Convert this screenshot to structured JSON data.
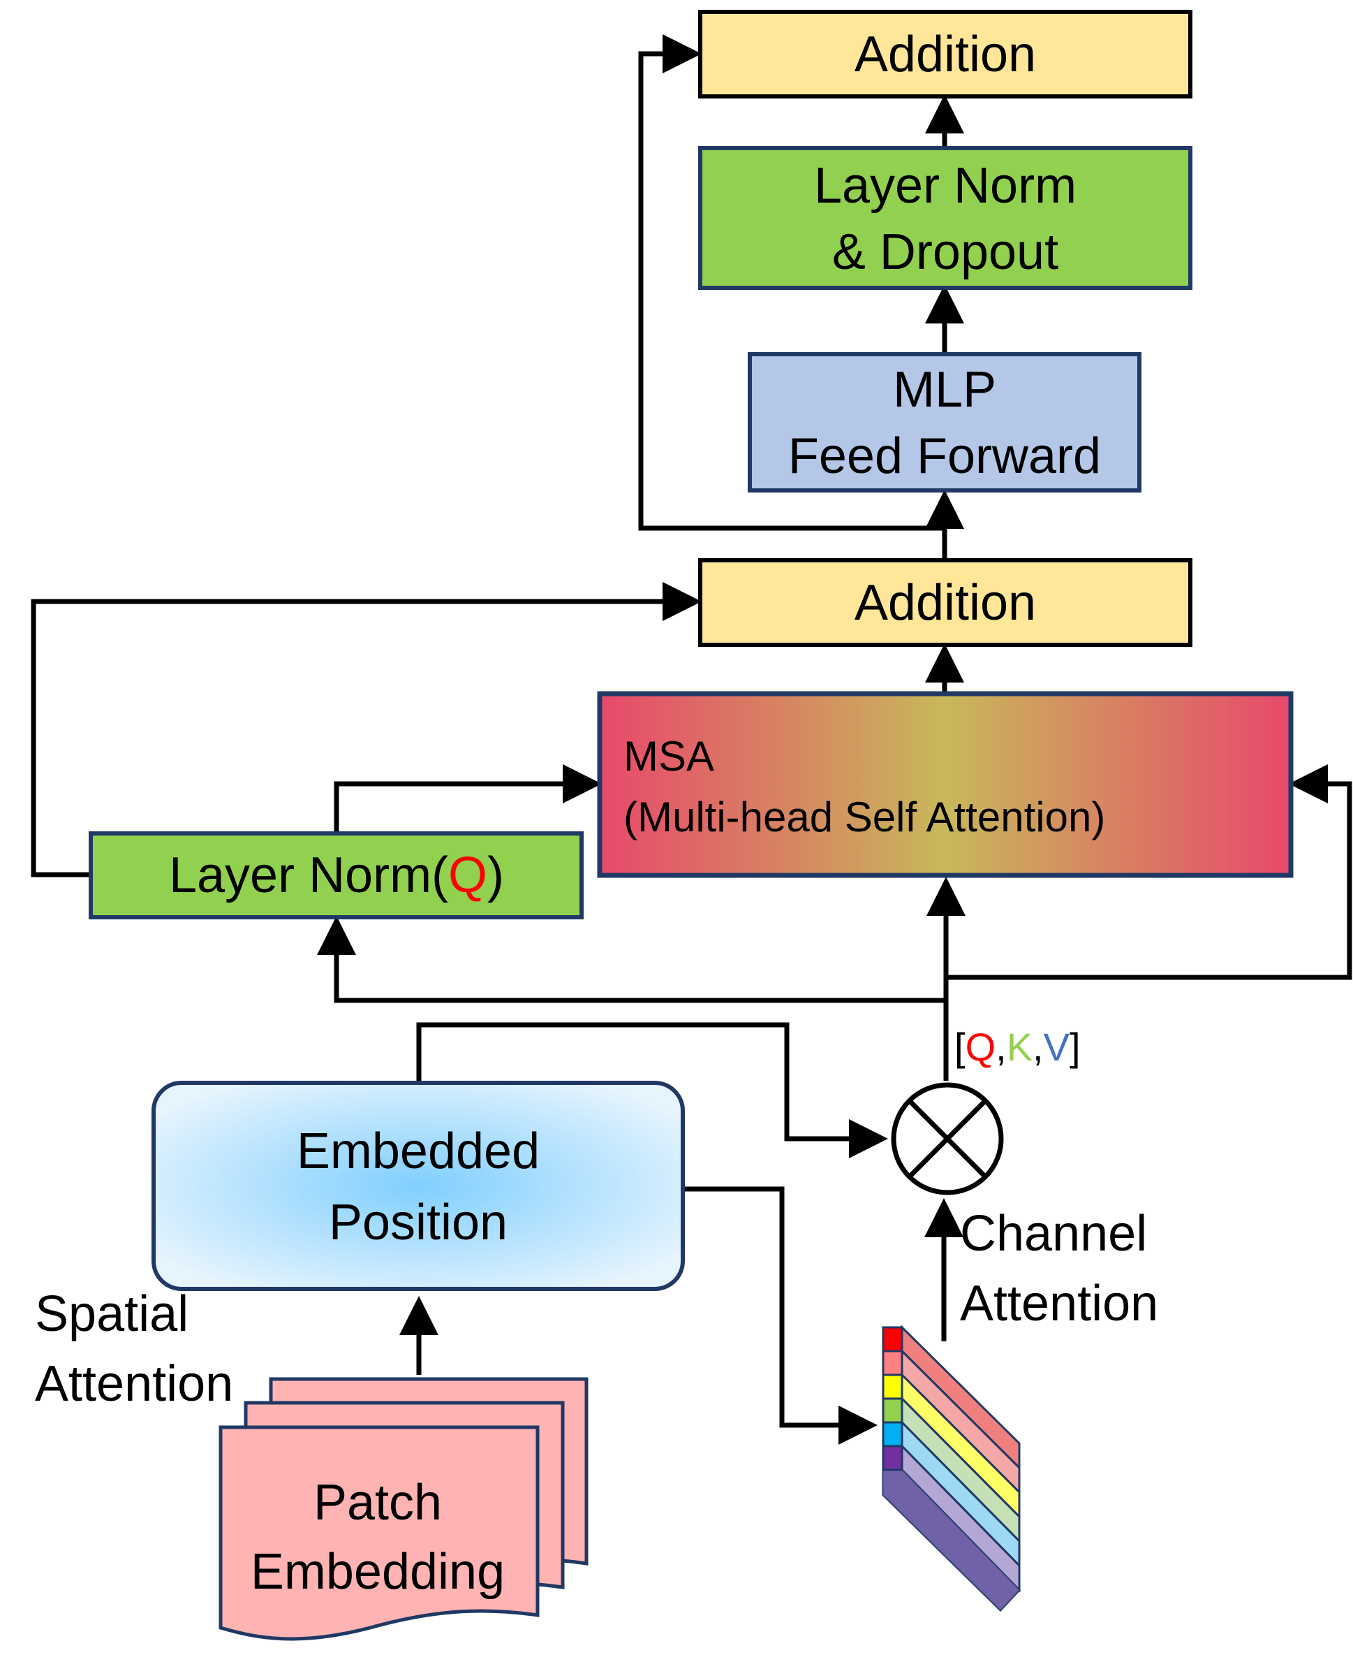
{
  "nodes": {
    "addition_top": "Addition",
    "layer_norm_dropout": [
      "Layer Norm",
      "& Dropout"
    ],
    "mlp": [
      "MLP",
      "Feed Forward"
    ],
    "addition_mid": "Addition",
    "msa": [
      "MSA",
      "(Multi-head Self Attention)"
    ],
    "layer_norm_q": {
      "prefix": "Layer Norm(",
      "q": "Q",
      "suffix": ")"
    },
    "embedded_position": [
      "Embedded",
      "Position"
    ],
    "patch_embedding": [
      "Patch",
      "Embedding"
    ]
  },
  "labels": {
    "qkv": {
      "open": "[",
      "q": "Q",
      "sep1": ",",
      "k": "K",
      "sep2": ",",
      "v": "V",
      "close": "]"
    },
    "channel_attention": [
      "Channel",
      "Attention"
    ],
    "spatial_attention": [
      "Spatial",
      "Attention"
    ]
  },
  "colors": {
    "addition_fill": "#FFE699",
    "green_fill": "#92D050",
    "mlp_fill": "#B4C7E7",
    "border_dark": "#203864",
    "patch_fill": "#FFB3B3",
    "q_color": "#FF0000",
    "k_color": "#92D050",
    "v_color": "#4472C4",
    "msa_gradient": [
      "#E8496B",
      "#C8B85A",
      "#E8496B"
    ],
    "embedded_gradient": [
      "#80CFFF",
      "#E6F4FD"
    ],
    "channel_stripes": [
      "#FF0000",
      "#FF8080",
      "#FFFF00",
      "#92D050",
      "#00B0F0",
      "#7030A0"
    ]
  }
}
